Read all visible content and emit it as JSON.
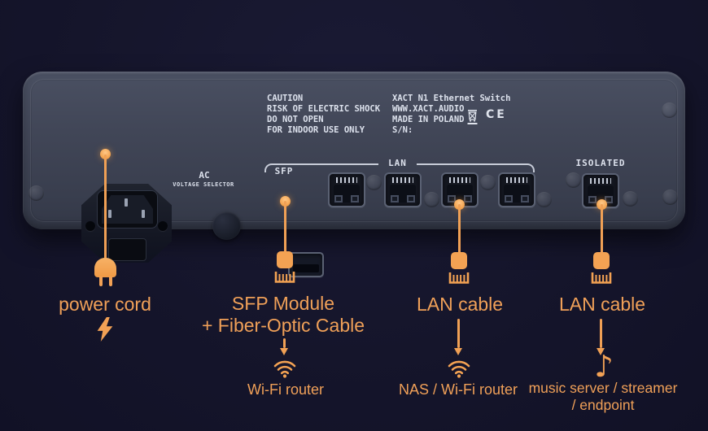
{
  "device": {
    "caution": {
      "title": "CAUTION",
      "line1": "RISK OF ELECTRIC SHOCK",
      "line2": "DO NOT OPEN",
      "line3": "FOR INDOOR USE ONLY"
    },
    "label_plate": {
      "title": "XACT N1 Ethernet Switch",
      "website": "WWW.XACT.AUDIO",
      "origin": "MADE IN POLAND",
      "serial": "S/N:",
      "ce_mark": "CE"
    },
    "ports": {
      "ac_selector_title": "AC",
      "ac_selector_subtitle": "VOLTAGE SELECTOR",
      "sfp_label": "SFP",
      "lan_label": "LAN",
      "isolated_label": "ISOLATED"
    }
  },
  "annotations": {
    "power": {
      "label": "power cord"
    },
    "sfp": {
      "label_line1": "SFP Module",
      "label_line2": "+ Fiber-Optic Cable",
      "destination": "Wi-Fi router"
    },
    "lan": {
      "label": "LAN cable",
      "destination": "NAS / Wi-Fi router"
    },
    "isolated": {
      "label": "LAN cable",
      "destination_line1": "music server / streamer",
      "destination_line2": "/ endpoint"
    }
  },
  "icons": {
    "music_note_glyph": "♪"
  },
  "colors": {
    "accent_orange": "#F0A055",
    "panel": "#3F4555",
    "background": "#15152B"
  }
}
